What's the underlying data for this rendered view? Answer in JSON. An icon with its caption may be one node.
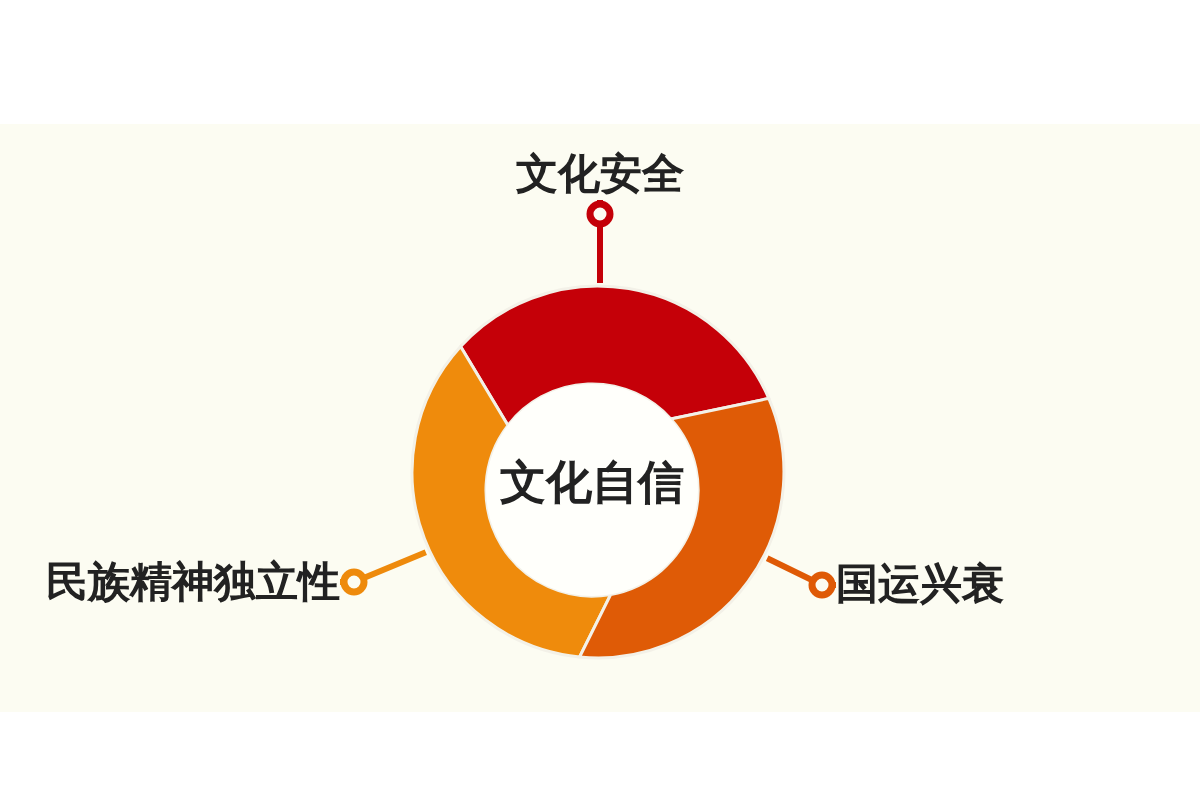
{
  "diagram": {
    "nodes": [
      {
        "text": [
          "文化安全"
        ]
      },
      {
        "text": [],
        "shape": "arc"
      },
      {
        "text": [],
        "shape": "arc"
      },
      {
        "text": [
          "文化自信"
        ]
      },
      {
        "text": [],
        "shape": "arc"
      },
      {
        "text": [
          "民族精神独立性"
        ]
      },
      {
        "text": [
          "国运兴衰"
        ]
      }
    ],
    "edges": [
      {
        "from": 0,
        "to": 1,
        "arrow": "other",
        "color": "#c40008"
      },
      {
        "from": 5,
        "to": 2,
        "arrow": "other",
        "color": "#ee8a0c"
      },
      {
        "from": 6,
        "to": 4,
        "arrow": "other",
        "color": "#df5a06"
      }
    ]
  }
}
